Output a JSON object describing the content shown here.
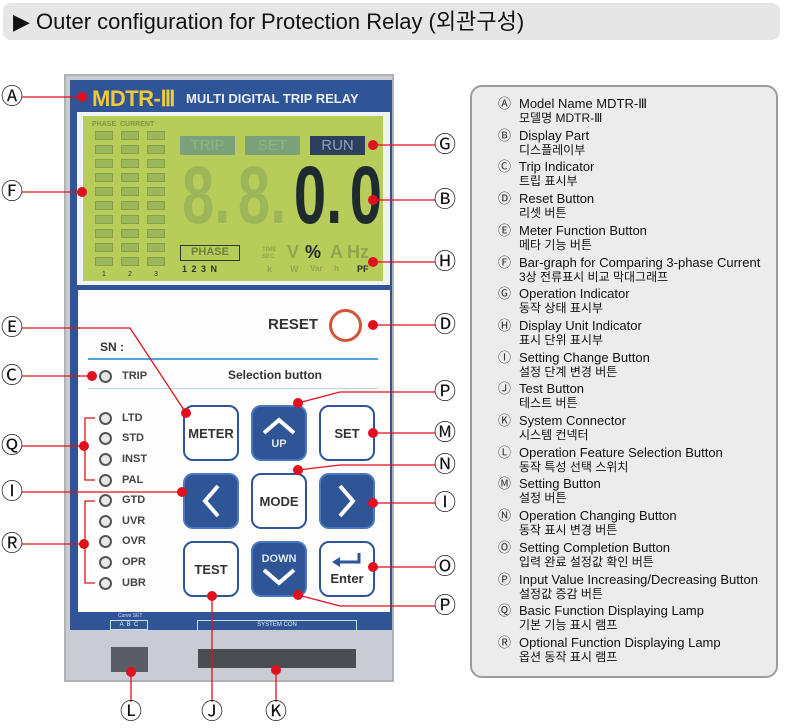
{
  "title": "▶ Outer configuration for Protection Relay (외관구성)",
  "device": {
    "brand": "MDTR-Ⅲ",
    "subtitle": "MULTI DIGITAL TRIP RELAY",
    "lcd": {
      "bar_header": "PHASE  CURRENT",
      "bar_cols": [
        "1",
        "2",
        "3"
      ],
      "trip": "TRIP",
      "set": "SET",
      "run": "RUN",
      "digits": [
        "8.",
        "8.",
        "0.",
        "0"
      ],
      "phase": "PHASE",
      "phase_nums": "1 2 3 N",
      "time_sec": "TIME SEC",
      "units_top": [
        "V",
        "%",
        "A",
        "Hz"
      ],
      "units_bottom": [
        "k",
        "W",
        "Var",
        "h",
        "PF"
      ]
    },
    "reset": "RESET",
    "sn": "SN :",
    "trip_lamp": "TRIP",
    "selection": "Selection button",
    "lamps": [
      "LTD",
      "STD",
      "INST",
      "PAL",
      "GTD",
      "UVR",
      "OVR",
      "OPR",
      "UBR"
    ],
    "buttons": {
      "meter": "METER",
      "up": "UP",
      "set": "SET",
      "mode": "MODE",
      "test": "TEST",
      "down": "DOWN",
      "enter": "Enter"
    },
    "curve_set": "Curve SET",
    "curve_opts": "A  B  C",
    "system_con": "SYSTEM CON"
  },
  "callouts": {
    "A": "Ⓐ",
    "B": "Ⓑ",
    "C": "Ⓒ",
    "D": "Ⓓ",
    "E": "Ⓔ",
    "F": "Ⓕ",
    "G": "Ⓖ",
    "H": "Ⓗ",
    "I": "Ⓘ",
    "J": "Ⓙ",
    "K": "Ⓚ",
    "L": "Ⓛ",
    "M": "Ⓜ",
    "N": "Ⓝ",
    "O": "Ⓞ",
    "P": "Ⓟ",
    "Q": "Ⓠ",
    "R": "Ⓡ"
  },
  "legend": [
    {
      "letter": "Ⓐ",
      "en": "Model Name  MDTR-Ⅲ",
      "ko": "모델명 MDTR-Ⅲ"
    },
    {
      "letter": "Ⓑ",
      "en": "Display Part",
      "ko": "디스플레이부"
    },
    {
      "letter": "Ⓒ",
      "en": "Trip Indicator",
      "ko": "트립 표시부"
    },
    {
      "letter": "Ⓓ",
      "en": "Reset Button",
      "ko": "리셋 버튼"
    },
    {
      "letter": "Ⓔ",
      "en": "Meter Function Button",
      "ko": "메타 기능 버튼"
    },
    {
      "letter": "Ⓕ",
      "en": "Bar-graph for Comparing 3-phase Current",
      "ko": "3상 전류표시 비교 막대그래프"
    },
    {
      "letter": "Ⓖ",
      "en": "Operation Indicator",
      "ko": "동작 상태 표시부"
    },
    {
      "letter": "Ⓗ",
      "en": "Display Unit Indicator",
      "ko": "표시 단위 표시부"
    },
    {
      "letter": "Ⓘ",
      "en": "Setting Change Button",
      "ko": "설정 단계 변경 버튼"
    },
    {
      "letter": "Ⓙ",
      "en": "Test Button",
      "ko": "테스트 버튼"
    },
    {
      "letter": "Ⓚ",
      "en": "System Connector",
      "ko": "시스템 컨넥터"
    },
    {
      "letter": "Ⓛ",
      "en": "Operation Feature Selection Button",
      "ko": "동작 특성 선택 스위치"
    },
    {
      "letter": "Ⓜ",
      "en": "Setting Button",
      "ko": "설정 버튼"
    },
    {
      "letter": "Ⓝ",
      "en": "Operation Changing Button",
      "ko": "동작 표시 변경 버튼"
    },
    {
      "letter": "Ⓞ",
      "en": "Setting Completion Button",
      "ko": "입력 완료 설정값 확인 버튼"
    },
    {
      "letter": "Ⓟ",
      "en": "Input Value Increasing/Decreasing Button",
      "ko": "설정값 증감 버튼"
    },
    {
      "letter": "Ⓠ",
      "en": "Basic Function Displaying Lamp",
      "ko": "기본 기능 표시 램프"
    },
    {
      "letter": "Ⓡ",
      "en": "Optional Function Displaying Lamp",
      "ko": "옵션 동작 표시 램프"
    }
  ]
}
